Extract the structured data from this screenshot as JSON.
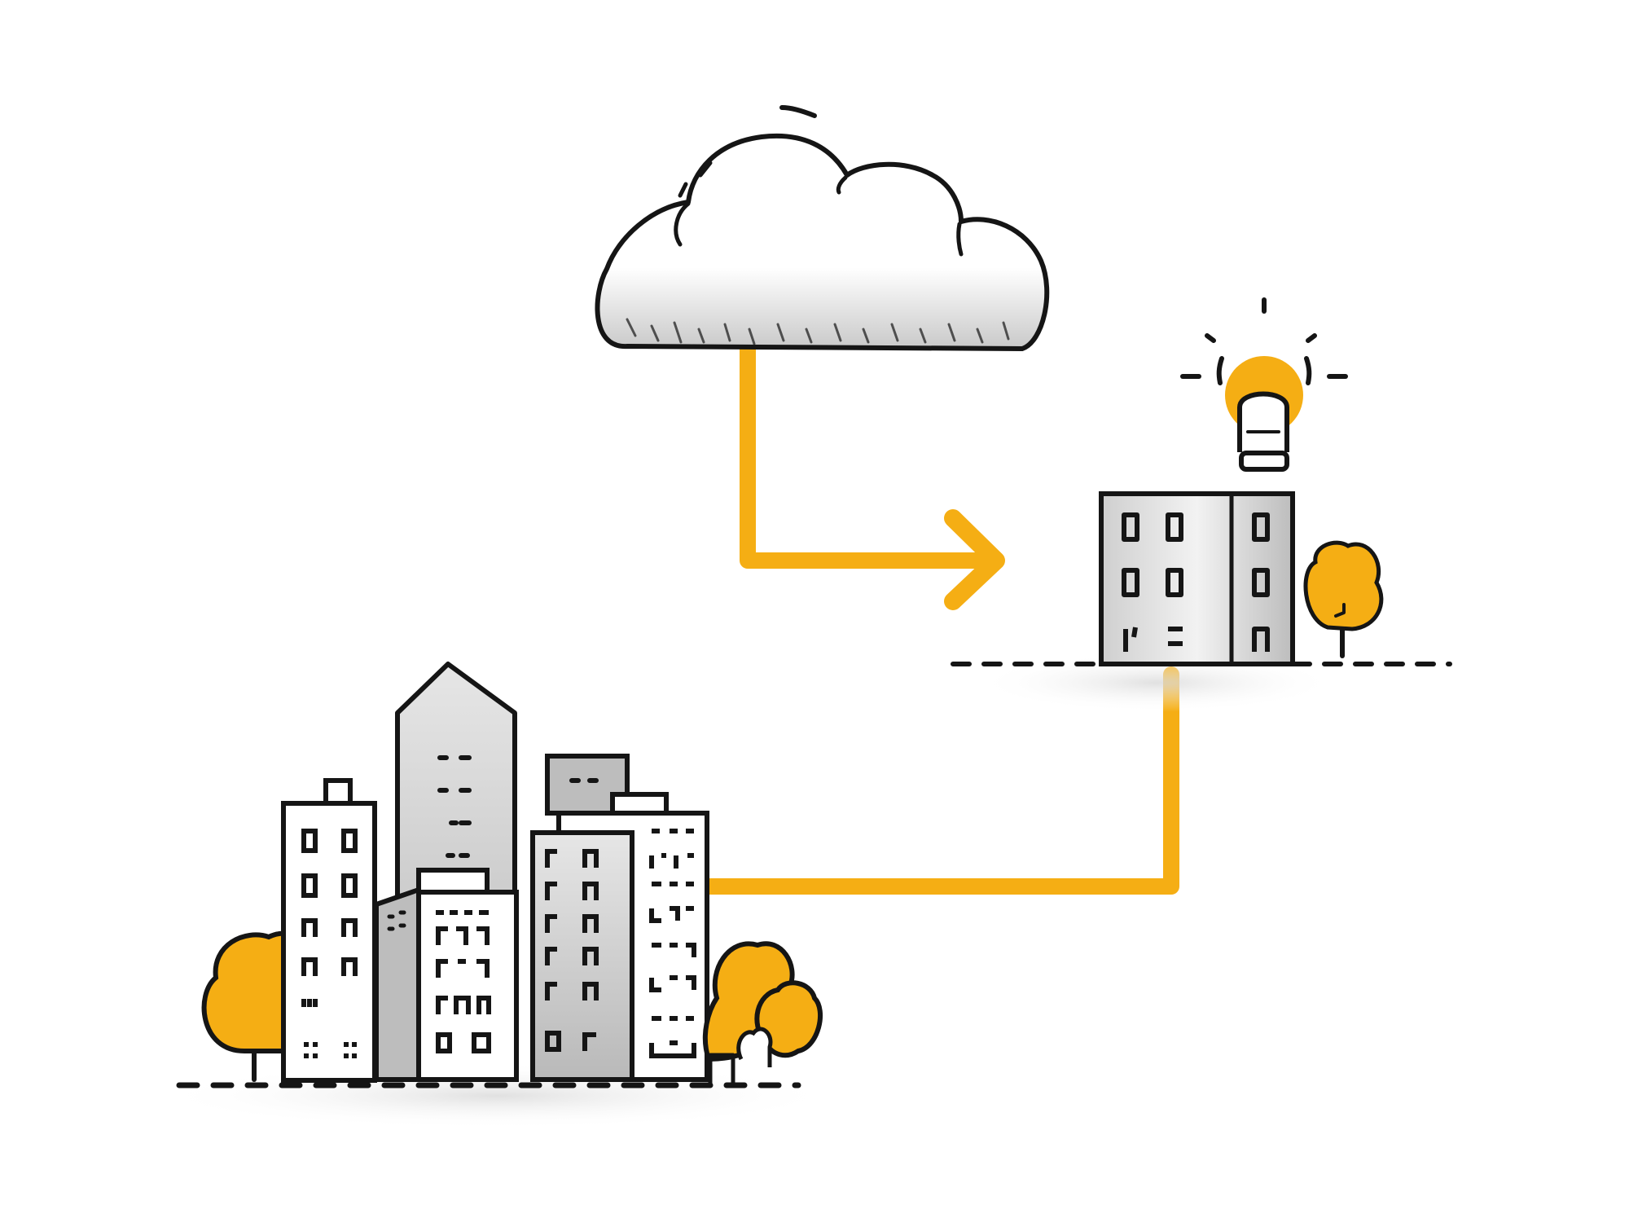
{
  "diagram": {
    "nodes": [
      {
        "id": "cloud",
        "icon": "cloud-icon"
      },
      {
        "id": "small-building",
        "icon": "building-icon",
        "accessory": "lightbulb-icon"
      },
      {
        "id": "city",
        "icon": "city-skyline-icon"
      }
    ],
    "connectors": [
      {
        "from": "cloud",
        "to": "small-building",
        "arrowhead": true
      },
      {
        "from": "city",
        "to": "small-building",
        "arrowhead": false
      }
    ]
  },
  "colors": {
    "accent": "#F5AE14",
    "ink": "#151515",
    "shade": "#BDBDBD",
    "background": "#FFFFFF"
  }
}
